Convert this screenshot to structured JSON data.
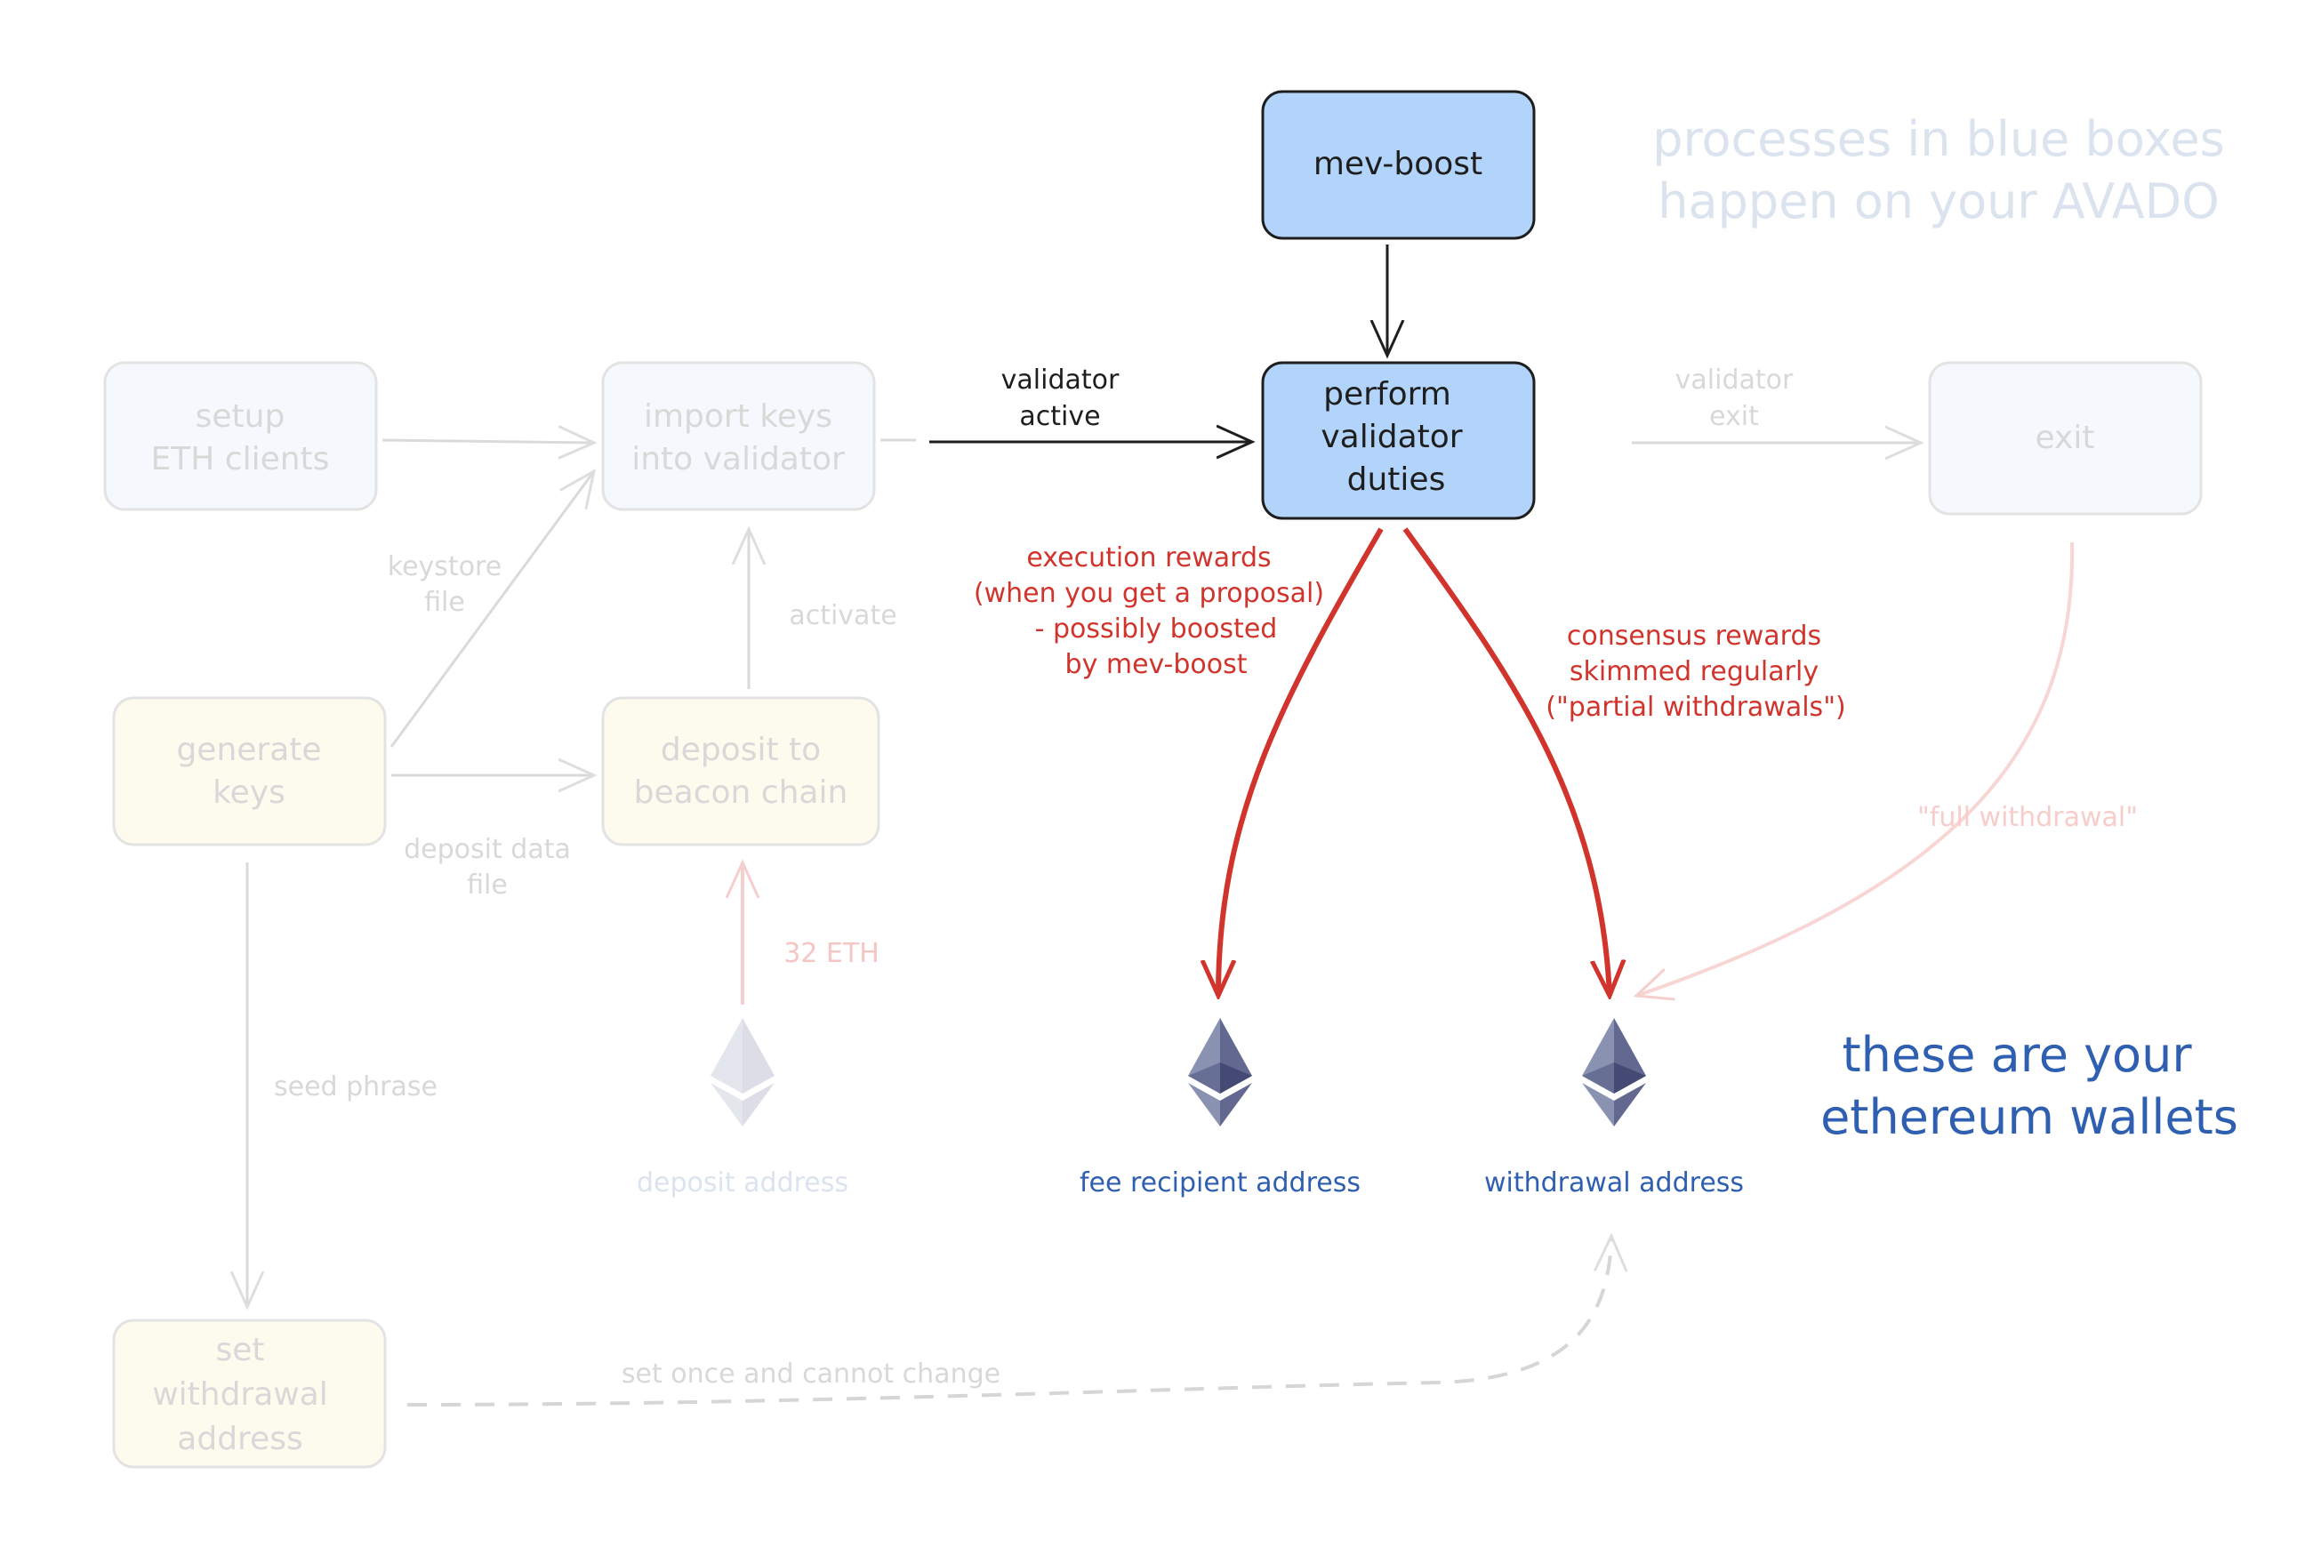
{
  "legend": {
    "line1": "processes in blue boxes",
    "line2": "happen on your AVADO"
  },
  "nodes": {
    "setup": {
      "line1": "setup",
      "line2": "ETH clients"
    },
    "import_keys": {
      "line1": "import keys",
      "line2": "into validator"
    },
    "generate_keys": {
      "line1": "generate",
      "line2": "keys"
    },
    "deposit_beacon": {
      "line1": "deposit to",
      "line2": "beacon chain"
    },
    "set_withdrawal": {
      "line1": "set",
      "line2": "withdrawal",
      "line3": "address"
    },
    "mev_boost": {
      "label": "mev-boost"
    },
    "perform_duties": {
      "line1": "perform",
      "line2": "validator",
      "line3": "duties"
    },
    "exit": {
      "label": "exit"
    }
  },
  "edges": {
    "validator_active": {
      "line1": "validator",
      "line2": "active"
    },
    "validator_exit": {
      "line1": "validator",
      "line2": "exit"
    },
    "keystore_file": {
      "line1": "keystore",
      "line2": "file"
    },
    "activate": "activate",
    "deposit_data_file": {
      "line1": "deposit data",
      "line2": "file"
    },
    "seed_phrase": "seed phrase",
    "thirty_two_eth": "32 ETH",
    "set_once": "set once and cannot change",
    "full_withdrawal": "\"full withdrawal\"",
    "execution_rewards": {
      "line1": "execution rewards",
      "line2": "(when you get a proposal)",
      "line3": "- possibly boosted",
      "line4": "by mev-boost"
    },
    "consensus_rewards": {
      "line1": "consensus rewards",
      "line2": "skimmed regularly",
      "line3": "(\"partial withdrawals\")"
    }
  },
  "addresses": {
    "deposit": "deposit address",
    "fee_recipient": "fee recipient address",
    "withdrawal": "withdrawal address"
  },
  "wallets_note": {
    "line1": "these are your",
    "line2": "ethereum wallets"
  },
  "icons": [
    "ethereum-icon"
  ],
  "colors": {
    "blue_box_fill": "#b3d4fa",
    "stroke_dark": "#1e1e1e",
    "reward_red": "#d0342c",
    "wallet_blue": "#2f5fb0",
    "faint_gray": "#d8d8d8",
    "faint_yellow_fill": "#fdfbee",
    "faint_blue_fill": "#f5f9fd",
    "eth_dark": "#5b6795"
  }
}
